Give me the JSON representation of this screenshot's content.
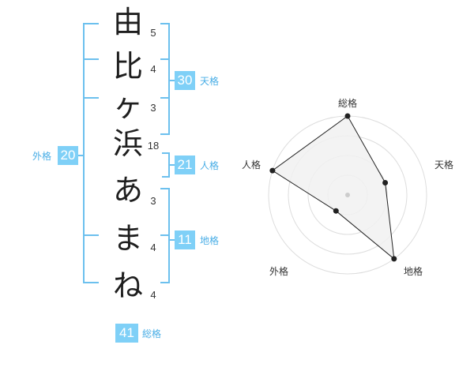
{
  "name_chars": [
    {
      "char": "由",
      "strokes": "5"
    },
    {
      "char": "比",
      "strokes": "4"
    },
    {
      "char": "ヶ",
      "strokes": "3"
    },
    {
      "char": "浜",
      "strokes": "18"
    },
    {
      "char": "あ",
      "strokes": "3"
    },
    {
      "char": "ま",
      "strokes": "4"
    },
    {
      "char": "ね",
      "strokes": "4"
    }
  ],
  "fortunes": {
    "tenkaku": {
      "value": "30",
      "label": "天格"
    },
    "jinkaku": {
      "value": "21",
      "label": "人格"
    },
    "chikaku": {
      "value": "11",
      "label": "地格"
    },
    "gaikaku": {
      "value": "20",
      "label": "外格"
    },
    "soukaku": {
      "value": "41",
      "label": "総格"
    }
  },
  "colors": {
    "accent": "#7fd0f7",
    "bracket": "#6cc0ee",
    "radar_fill": "#f1f1f1",
    "radar_line": "#222222"
  },
  "chart_data": {
    "type": "radar",
    "axes": [
      "総格",
      "天格",
      "地格",
      "外格",
      "人格"
    ],
    "series": [
      {
        "values": [
          4,
          2,
          4,
          1,
          4
        ]
      }
    ],
    "max": 4,
    "rings": 4
  }
}
